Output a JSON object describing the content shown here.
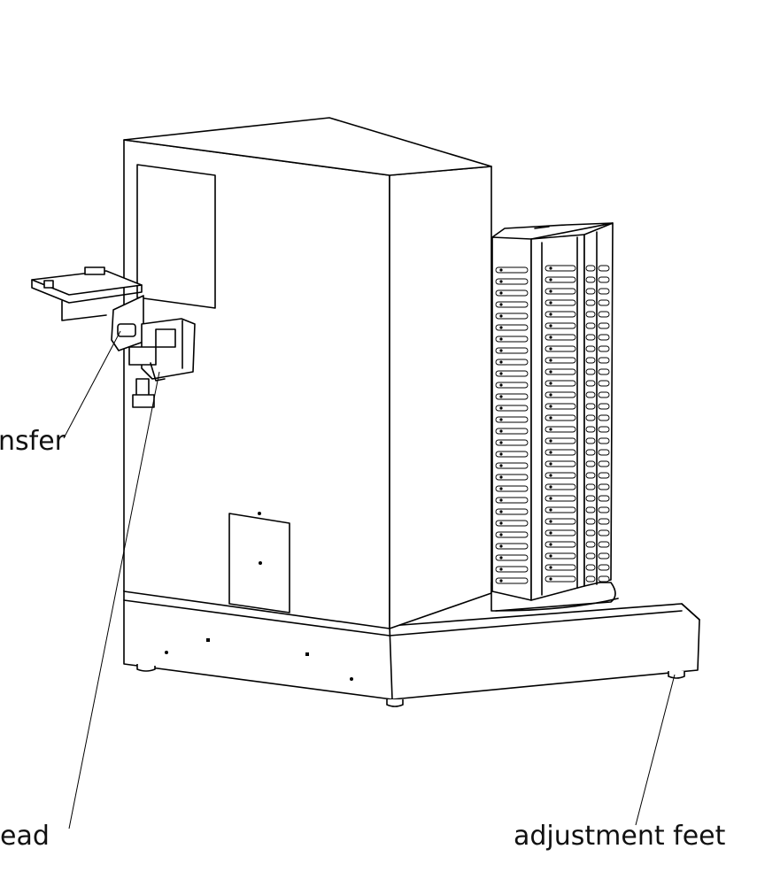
{
  "labels": {
    "transfer": "nsfer",
    "head": "ead",
    "feet": "adjustment feet"
  },
  "colors": {
    "line": "#000000",
    "background": "#ffffff"
  }
}
